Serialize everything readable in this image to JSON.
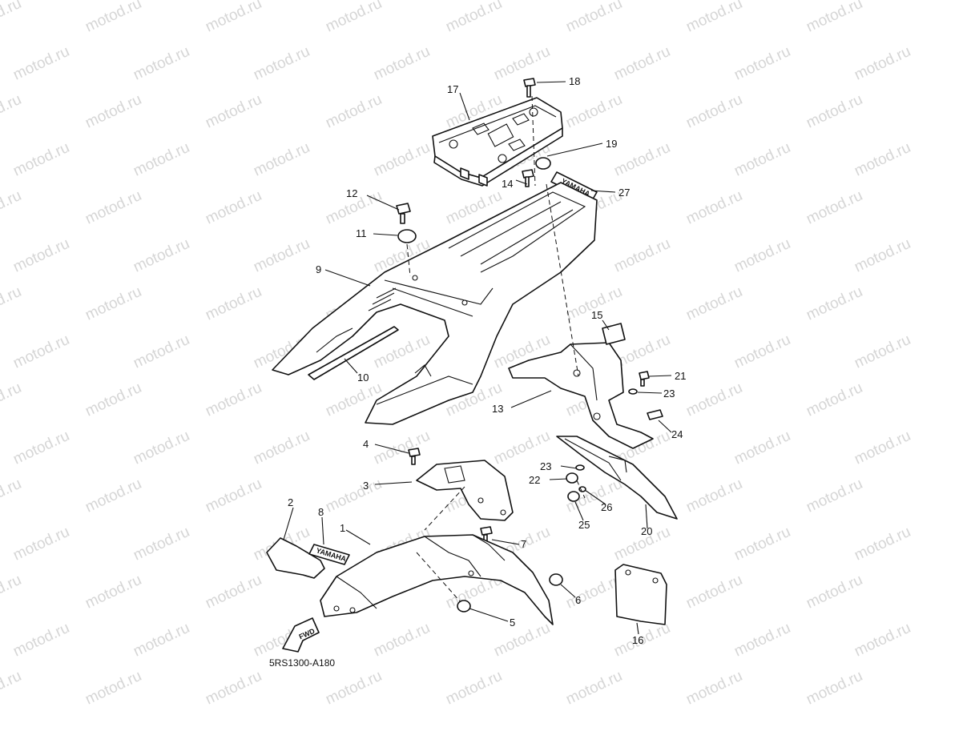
{
  "watermark": "motod.ru",
  "diagram_code": "5RS1300-A180",
  "fwd_label": "FWD",
  "decal_text": "YAMAHA",
  "callouts": [
    "1",
    "2",
    "3",
    "4",
    "5",
    "6",
    "7",
    "8",
    "9",
    "10",
    "11",
    "12",
    "13",
    "14",
    "15",
    "16",
    "17",
    "18",
    "19",
    "20",
    "21",
    "22",
    "23",
    "23",
    "24",
    "25",
    "26",
    "27"
  ]
}
